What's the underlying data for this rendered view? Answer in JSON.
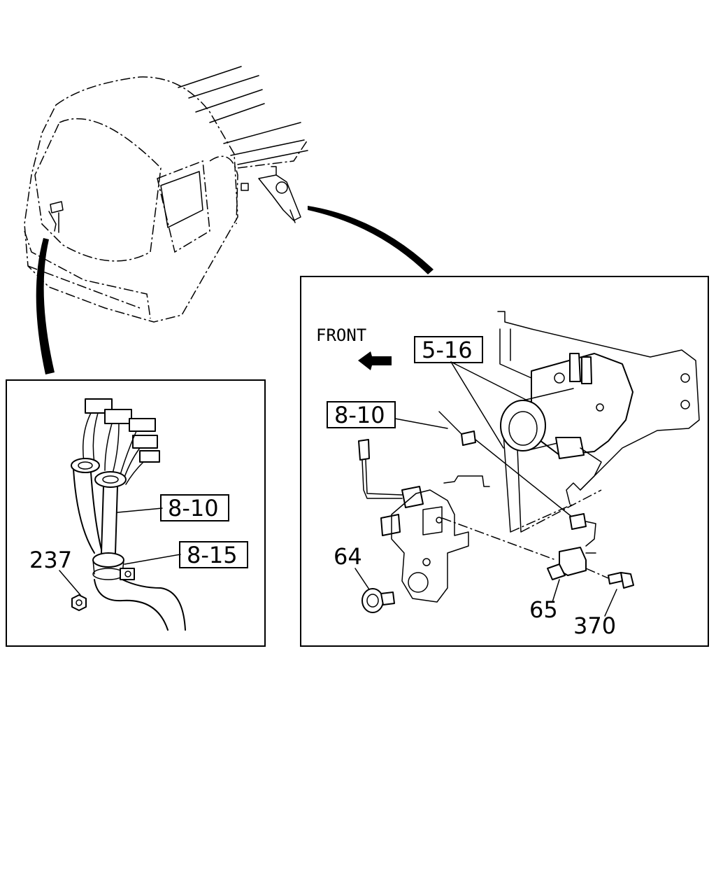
{
  "front_label": "FRONT",
  "left_panel": {
    "callouts": [
      "8-10",
      "8-15"
    ],
    "labels": [
      "237"
    ]
  },
  "right_panel": {
    "callouts": [
      "5-16",
      "8-10"
    ],
    "labels": [
      "64",
      "65",
      "370"
    ]
  }
}
